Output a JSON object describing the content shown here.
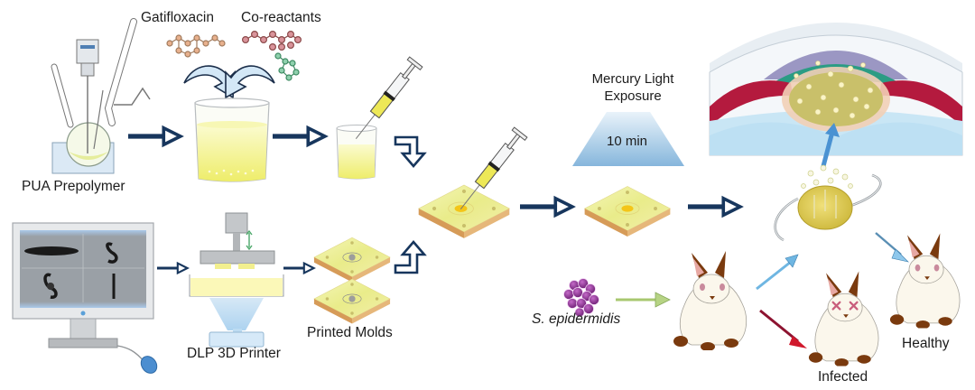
{
  "figure": {
    "type": "schematic workflow",
    "colors": {
      "flow_arrow": "#17365d",
      "liquid_yellow": "#f3f28a",
      "mold_top": "#eef09a",
      "mold_side": "#d99a55",
      "light_blue": "#8ec5e8",
      "infection_arrow": "#d0182c",
      "success_arrow": "#6fb6e2",
      "bacteria_purple": "#8a2d8e",
      "bacteria_arrow": "#a8c870",
      "rabbit_body": "#fbf7ec",
      "rabbit_brown": "#7a3a0e"
    }
  },
  "top_row": {
    "reactor_label": "PUA Prepolymer",
    "drug_label": "Gatifloxacin",
    "coreactant_label": "Co-reactants"
  },
  "bottom_row": {
    "printer_label": "DLP 3D Printer",
    "molds_label": "Printed Molds"
  },
  "curing": {
    "title_line1": "Mercury Light",
    "title_line2": "Exposure",
    "duration": "10 min"
  },
  "in_vivo": {
    "bacteria_label": "S. epidermidis",
    "infected_label": "Infected",
    "healthy_label": "Healthy"
  },
  "icons": [
    "reactor-flask-icon",
    "molecule-icon",
    "beaker-icon",
    "syringe-icon",
    "monitor-icon",
    "mouse-icon",
    "dlp-printer-icon",
    "mold-icon",
    "uv-lamp-icon",
    "eye-cross-section-icon",
    "intraocular-lens-icon",
    "bacteria-icon",
    "rabbit-icon",
    "flow-arrow-icon"
  ]
}
